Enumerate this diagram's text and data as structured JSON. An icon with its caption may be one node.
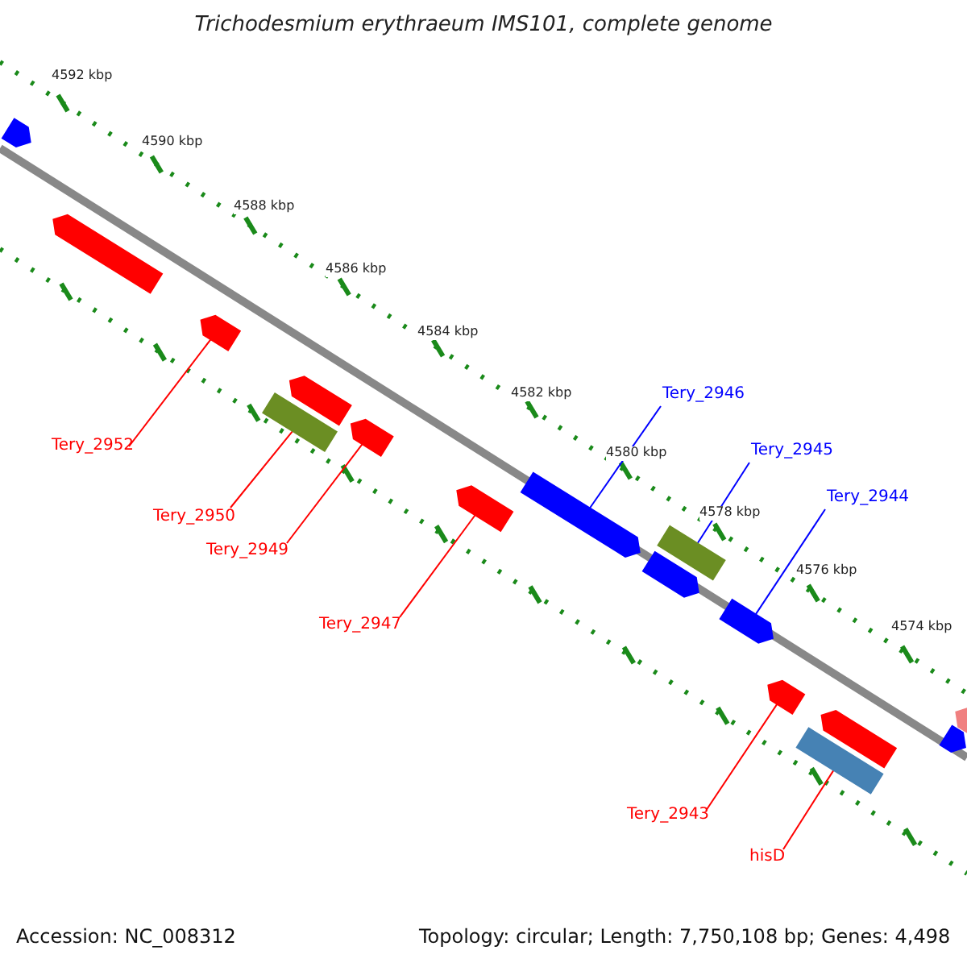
{
  "diagram": {
    "title": "Trichodesmium erythraeum IMS101, complete genome",
    "nodes": [
      {
        "text": [
          "Tery_2952"
        ]
      },
      {
        "text": [
          "Tery_2950"
        ]
      },
      {
        "text": [
          "Tery_2949"
        ]
      },
      {
        "text": [
          "Tery_2947"
        ]
      },
      {
        "text": [
          "Tery_2946"
        ]
      },
      {
        "text": [
          "Tery_2945"
        ]
      },
      {
        "text": [
          "Tery_2944"
        ]
      },
      {
        "text": [
          "Tery_2943"
        ]
      },
      {
        "text": [
          "hisD"
        ]
      },
      {
        "text": [],
        "shape": "arrow"
      },
      {
        "text": [],
        "shape": "arrow"
      },
      {
        "text": [],
        "shape": "arrow"
      },
      {
        "text": [],
        "shape": "bar"
      },
      {
        "text": [],
        "shape": "arrow"
      },
      {
        "text": [],
        "shape": "arrow"
      },
      {
        "text": [],
        "shape": "arrow"
      },
      {
        "text": [],
        "shape": "arrow"
      },
      {
        "text": [],
        "shape": "arrow"
      },
      {
        "text": [],
        "shape": "bar"
      },
      {
        "text": [],
        "shape": "arrow"
      },
      {
        "text": [],
        "shape": "arrow"
      },
      {
        "text": [],
        "shape": "bar"
      },
      {
        "text": [],
        "shape": "arrow"
      },
      {
        "text": [],
        "shape": "arrow"
      },
      {
        "text": [],
        "shape": "arrow"
      }
    ],
    "edges": [
      {
        "from": 0,
        "to": 11,
        "arrow": "none"
      },
      {
        "from": 1,
        "to": 12,
        "arrow": "none"
      },
      {
        "from": 2,
        "to": 14,
        "arrow": "none"
      },
      {
        "from": 3,
        "to": 15,
        "arrow": "none"
      },
      {
        "from": 4,
        "to": 16,
        "arrow": "none",
        "color": "#0000ff"
      },
      {
        "from": 5,
        "to": 18,
        "arrow": "none",
        "color": "#0000ff"
      },
      {
        "from": 6,
        "to": 19,
        "arrow": "none",
        "color": "#0000ff"
      },
      {
        "from": 7,
        "to": 20,
        "arrow": "none"
      },
      {
        "from": 8,
        "to": 21,
        "arrow": "none"
      }
    ],
    "labels": [
      "4592 kbp",
      "4590 kbp",
      "4588 kbp",
      "4586 kbp",
      "4584 kbp",
      "4582 kbp",
      "4580 kbp",
      "4578 kbp",
      "4576 kbp",
      "4574 kbp",
      "Accession: NC_008312",
      "Topology: circular; Length: 7,750,108 bp; Genes: 4,498"
    ]
  }
}
